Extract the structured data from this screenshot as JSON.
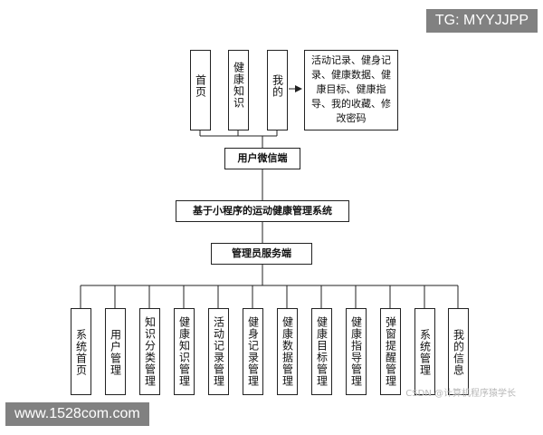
{
  "user_side": {
    "items": [
      {
        "label": "首页"
      },
      {
        "label": "健康知识"
      },
      {
        "label": "我的"
      }
    ],
    "my_subitems_note": "活动记录、健身记录、健康数据、健康目标、健康指导、我的收藏、修改密码"
  },
  "nodes": {
    "user_client": "用户微信端",
    "system": "基于小程序的运动健康管理系统",
    "admin_client": "管理员服务端"
  },
  "admin_side": {
    "items": [
      {
        "label": "系统首页"
      },
      {
        "label": "用户管理"
      },
      {
        "label": "知识分类管理"
      },
      {
        "label": "健康知识管理"
      },
      {
        "label": "活动记录管理"
      },
      {
        "label": "健身记录管理"
      },
      {
        "label": "健康数据管理"
      },
      {
        "label": "健康目标管理"
      },
      {
        "label": "健康指导管理"
      },
      {
        "label": "弹窗提醒管理"
      },
      {
        "label": "系统管理"
      },
      {
        "label": "我的信息"
      }
    ]
  },
  "overlays": {
    "tg": "TG: MYYJJPP",
    "site": "www.1528com.com",
    "csdn": "CSDN @计算机程序猿学长"
  }
}
